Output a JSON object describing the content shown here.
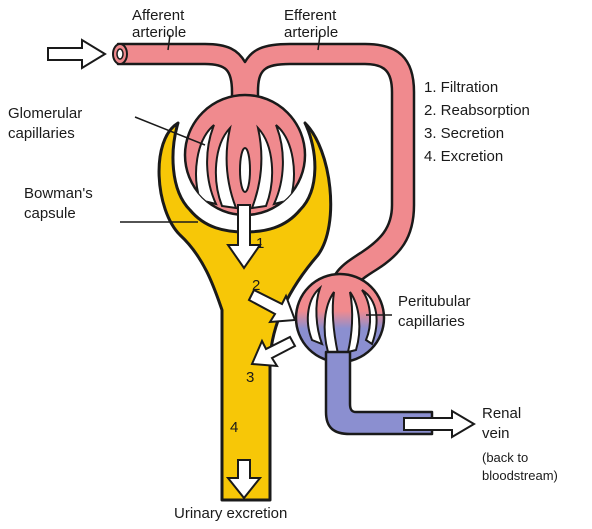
{
  "labels": {
    "afferent_line1": "Afferent",
    "afferent_line2": "arteriole",
    "efferent_line1": "Efferent",
    "efferent_line2": "arteriole",
    "glomerular_line1": "Glomerular",
    "glomerular_line2": "capillaries",
    "bowman_line1": "Bowman's",
    "bowman_line2": "capsule",
    "peritubular_line1": "Peritubular",
    "peritubular_line2": "capillaries",
    "renal_line1": "Renal",
    "renal_line2": "vein",
    "renal_line3": "(back to",
    "renal_line4": "bloodstream)",
    "urinary": "Urinary excretion"
  },
  "processes": [
    "1. Filtration",
    "2. Reabsorption",
    "3. Secretion",
    "4. Excretion"
  ],
  "step_numbers": [
    "1",
    "2",
    "3",
    "4"
  ],
  "colors": {
    "arterial": "#f08a8e",
    "venous": "#8b8fd0",
    "capsule": "#f7c707",
    "outline": "#1a1a1a"
  }
}
